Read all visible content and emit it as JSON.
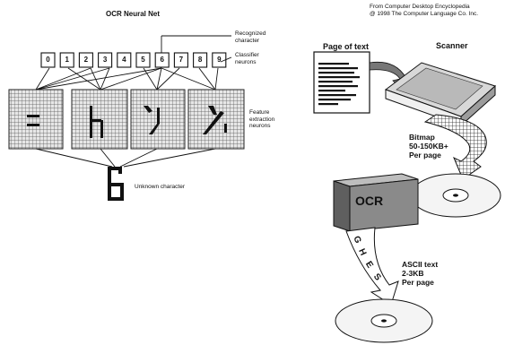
{
  "neural_net": {
    "title": "OCR Neural Net",
    "recognized_label_line1": "Recognized",
    "recognized_label_line2": "character",
    "classifier_label_line1": "Classifier",
    "classifier_label_line2": "neurons",
    "feature_label_line1": "Feature",
    "feature_label_line2": "extraction",
    "feature_label_line3": "neurons",
    "unknown_label": "Unknown character",
    "unknown_glyph": "6",
    "digits": [
      "0",
      "1",
      "2",
      "3",
      "4",
      "5",
      "6",
      "7",
      "8",
      "9"
    ]
  },
  "credit": {
    "line1": "From Computer Desktop Encyclopedia",
    "line2": "@ 1998 The Computer Language Co. Inc."
  },
  "pipeline": {
    "page_label": "Page of text",
    "scanner_label": "Scanner",
    "bitmap_line1": "Bitmap",
    "bitmap_line2": "50-150KB+",
    "bitmap_line3": "Per page",
    "ocr_label": "OCR",
    "ascii_line1": "ASCII text",
    "ascii_line2": "2-3KB",
    "ascii_line3": "Per page",
    "ribbon_letters": [
      "G",
      "H",
      "E",
      "S"
    ]
  },
  "colors": {
    "ink": "#111111",
    "ocr_box": "#8a8a8a",
    "ocr_box_side": "#5f5f5f",
    "disc": "#f4f4f4"
  }
}
